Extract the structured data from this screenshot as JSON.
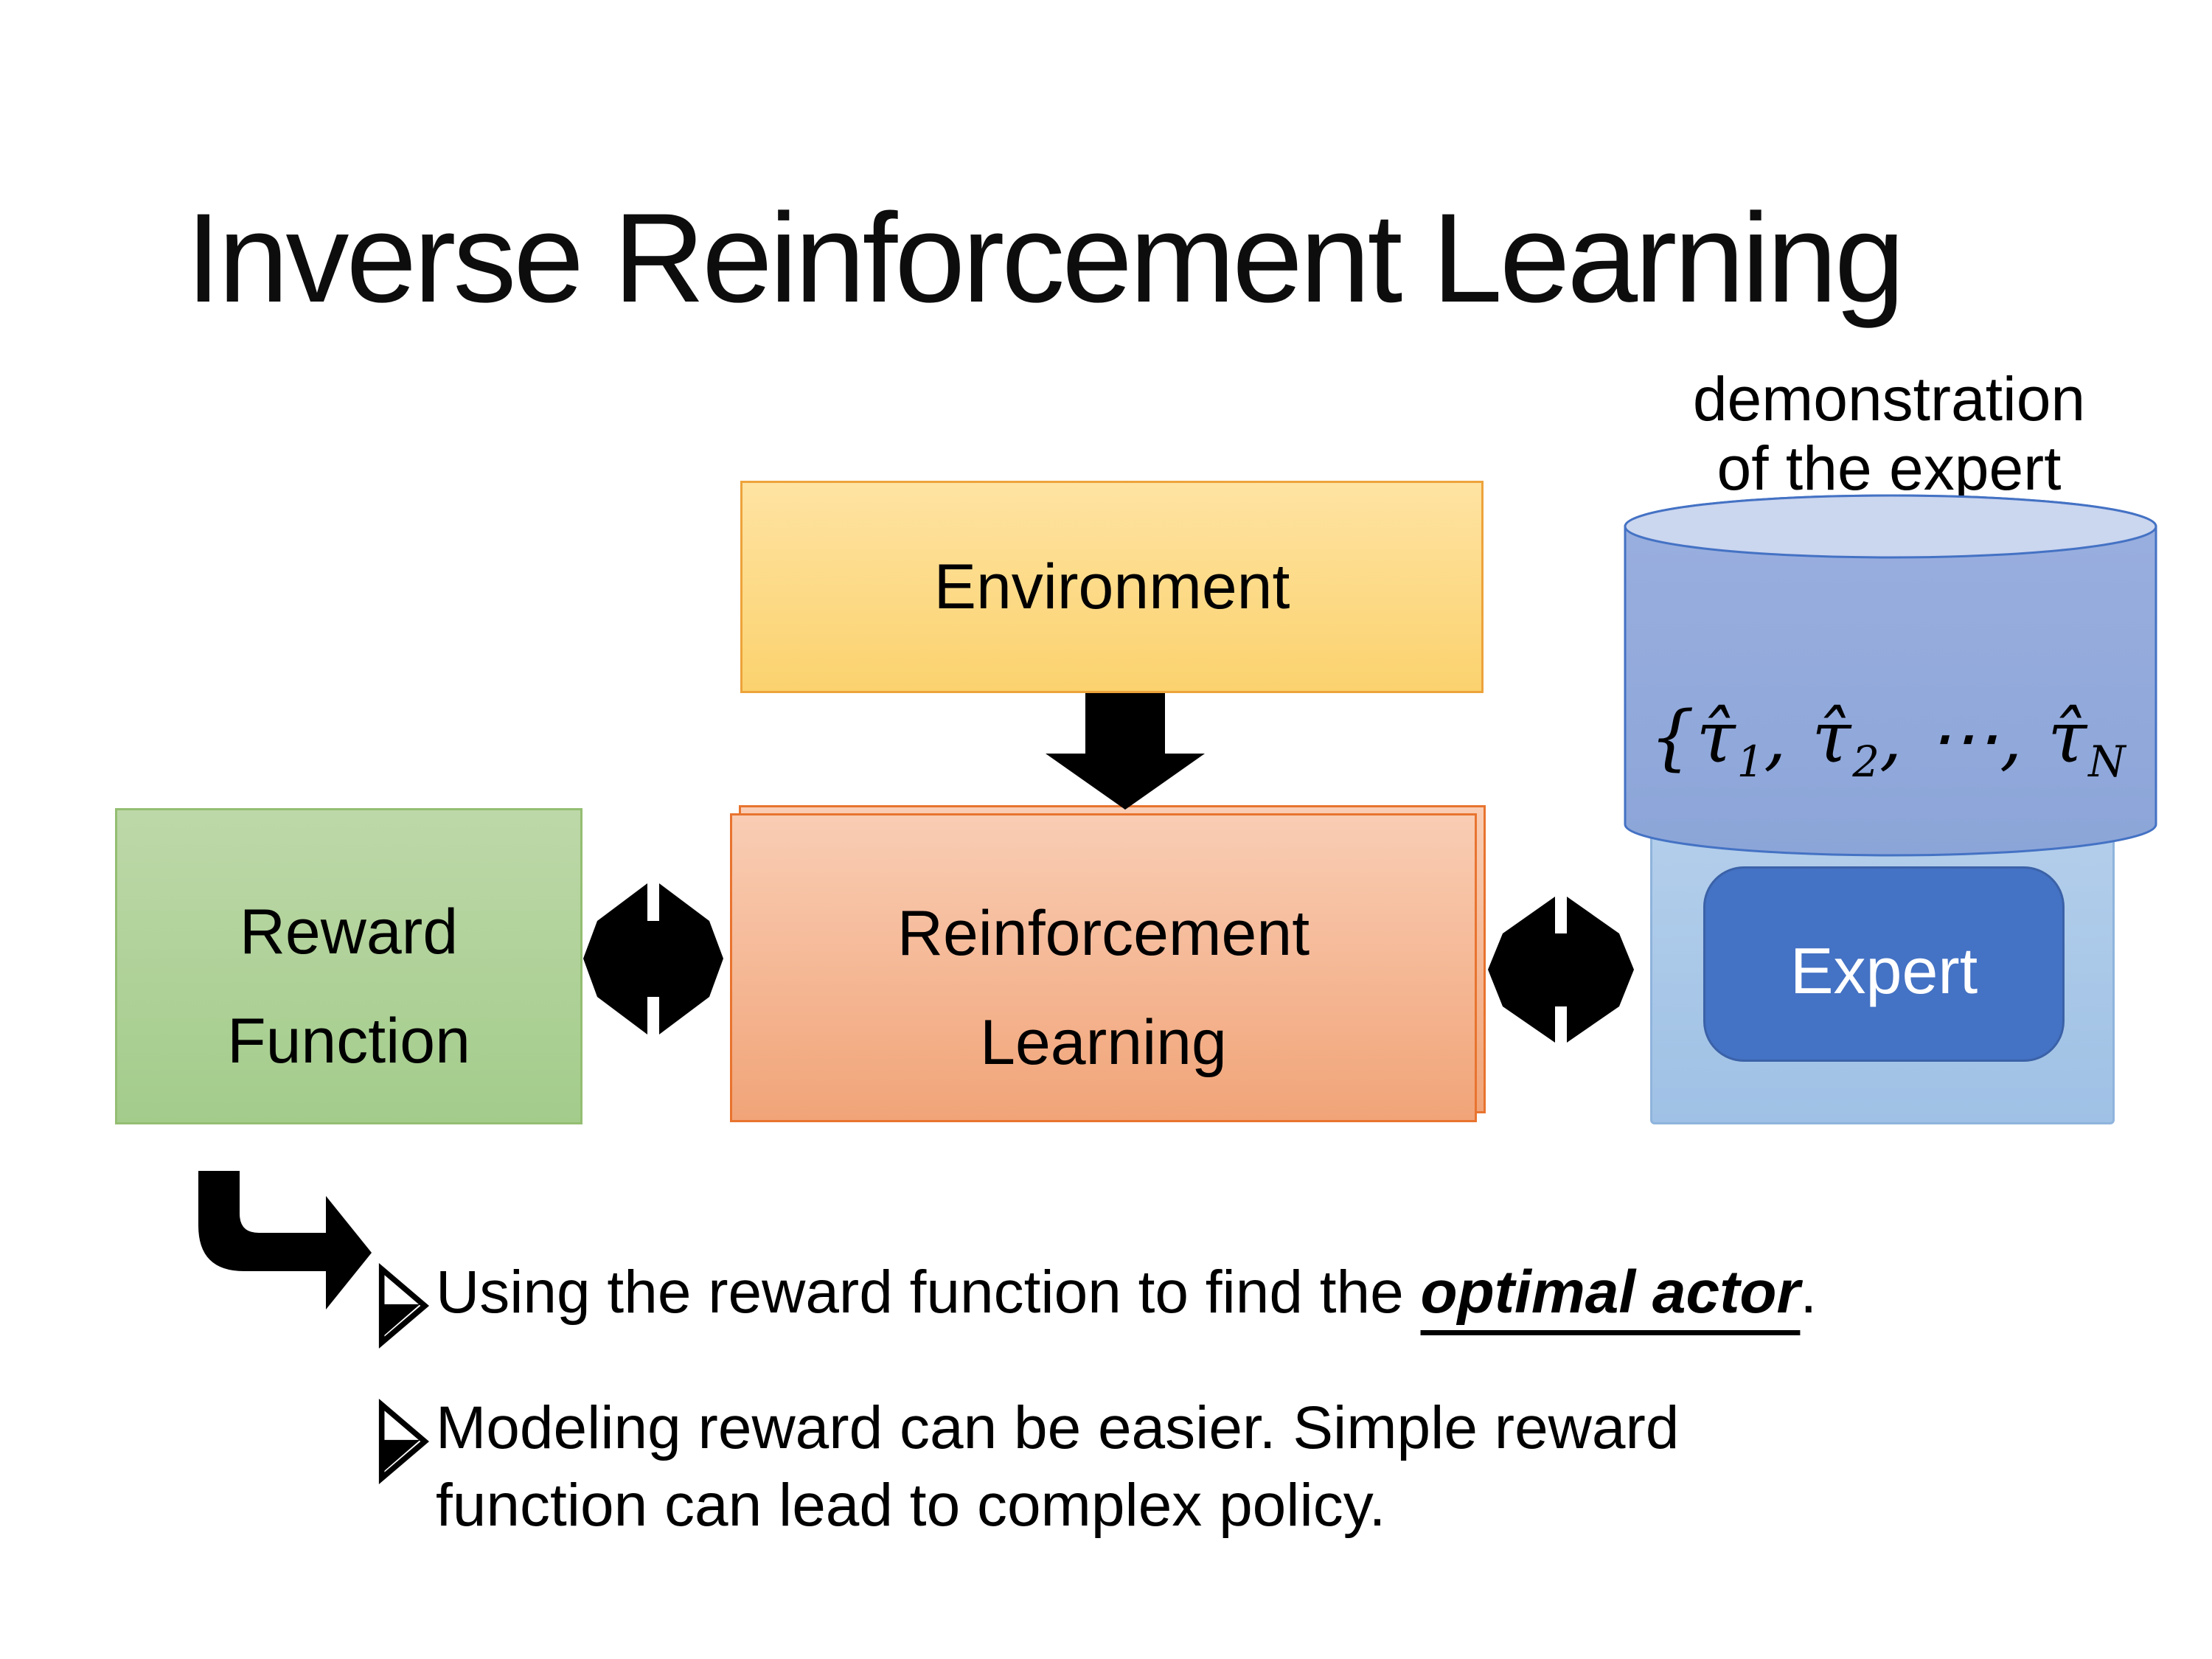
{
  "slide": {
    "title": "Inverse Reinforcement Learning",
    "demo_label_line1": "demonstration",
    "demo_label_line2": "of the expert",
    "boxes": {
      "environment": "Environment",
      "rl_line1": "Reinforcement",
      "rl_line2": "Learning",
      "reward_line1": "Reward",
      "reward_line2": "Function",
      "expert": "Expert"
    },
    "formula": {
      "open": "{",
      "tau": "τ̂",
      "sub1": "1",
      "sub2": "2",
      "subN": "N",
      "comma": ", ",
      "dots": "⋯"
    },
    "bullets": {
      "b1_pre": "Using the reward function to find the ",
      "b1_emph": "optimal actor",
      "b1_post": ".",
      "b2": "Modeling reward can be easier. Simple reward function can lead to complex policy."
    },
    "colors": {
      "ink": "#000000",
      "env_border": "#EDA33B",
      "env_top": "#FEE3A2",
      "env_bottom": "#FBD26E",
      "rl_border": "#E8742F",
      "rl_top": "#F9CDB4",
      "rl_bottom": "#F1A478",
      "green_border": "#94BE72",
      "green_top": "#BDD8A8",
      "green_bottom": "#A3CC8B",
      "cyl_border": "#4472C4",
      "cyl_top_fill": "#CBD6EF",
      "cyl_body_top": "#9AAFDF",
      "cyl_body_bottom": "#8CA5D8",
      "exc_border": "#8FB4DC",
      "exc_top": "#B3CEEB",
      "exc_bottom": "#9FC1E5",
      "exp_fill": "#4472C4",
      "exp_border": "#3B62A8",
      "exp_text": "#FFFFFF"
    }
  }
}
